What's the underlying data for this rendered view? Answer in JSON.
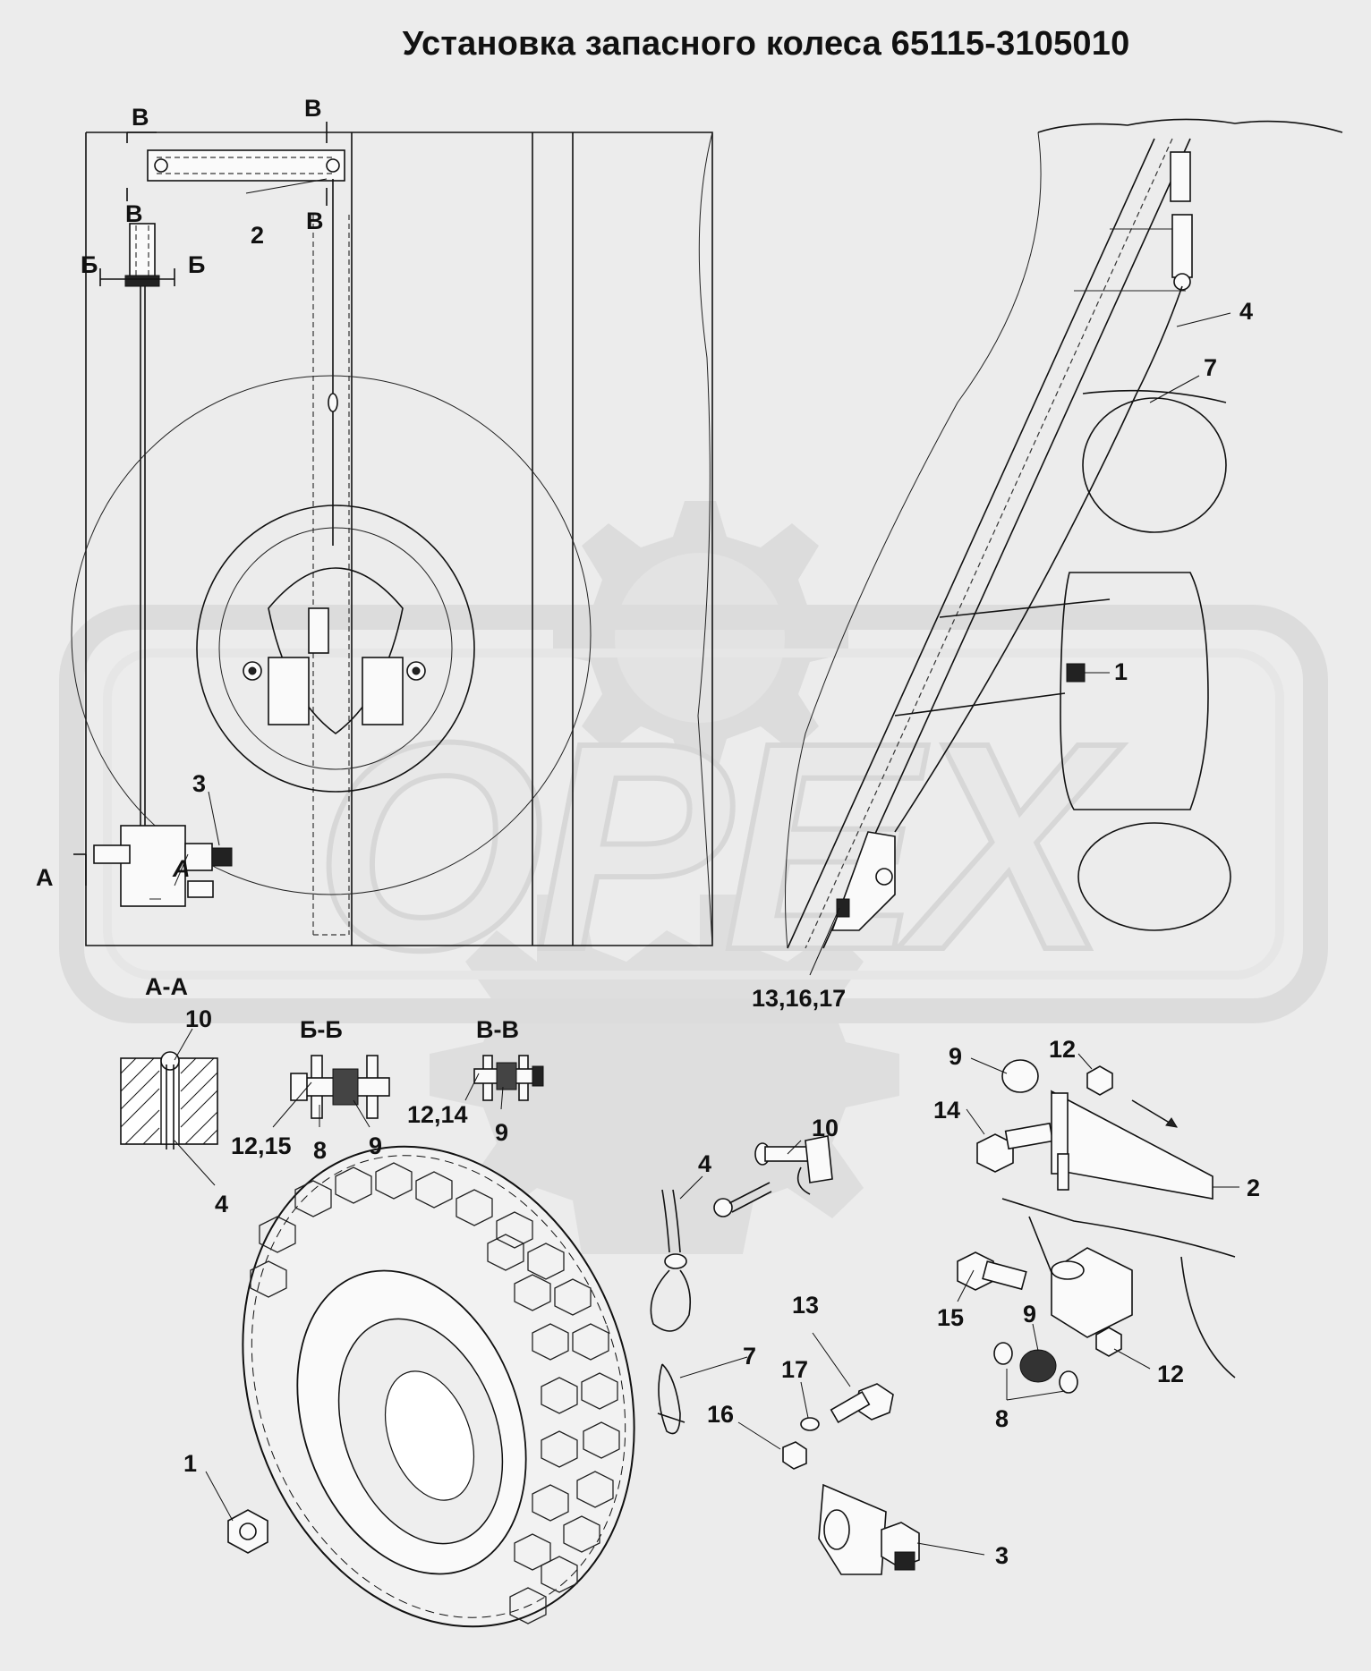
{
  "title": "Установка запасного колеса 65115-3105010",
  "watermark": "OPEX",
  "section_markers": {
    "v1": "В",
    "v2": "В",
    "v3": "В",
    "v4": "В",
    "b1": "Б",
    "b2": "Б",
    "a1": "А",
    "a2": "А"
  },
  "section_titles": {
    "aa": "А-А",
    "bb": "Б-Б",
    "vv": "В-В"
  },
  "callouts": {
    "top_2": "2",
    "top_3": "3",
    "side_4": "4",
    "side_7": "7",
    "side_1": "1",
    "side_131617": "13,16,17",
    "aa_10": "10",
    "aa_4": "4",
    "bb_1215": "12,15",
    "bb_8": "8",
    "bb_9": "9",
    "vv_1214": "12,14",
    "vv_9": "9",
    "ex_9a": "9",
    "ex_12a": "12",
    "ex_14": "14",
    "ex_2": "2",
    "ex_10": "10",
    "ex_4": "4",
    "ex_7": "7",
    "ex_13": "13",
    "ex_17": "17",
    "ex_16": "16",
    "ex_3": "3",
    "ex_1": "1",
    "ex_15": "15",
    "ex_9b": "9",
    "ex_12b": "12",
    "ex_8": "8"
  },
  "colors": {
    "background": "#ececec",
    "line": "#111111",
    "watermark": "#d2d2d2"
  }
}
